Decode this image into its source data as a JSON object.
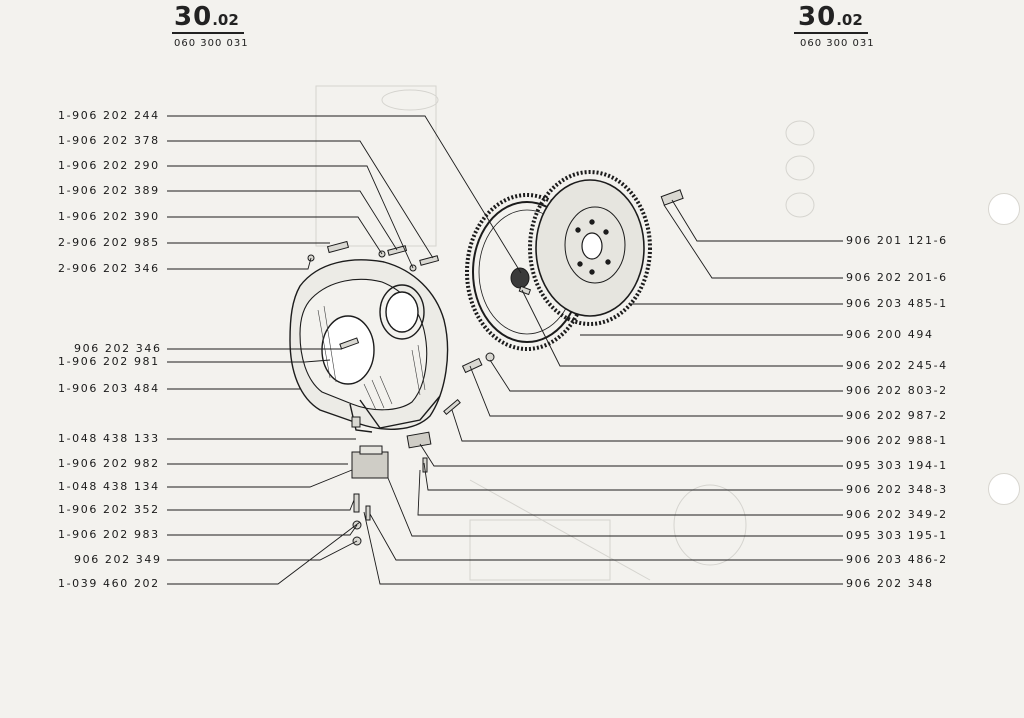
{
  "header": {
    "left": {
      "major": "30",
      "minor": ".02",
      "code": "060 300 031"
    },
    "right": {
      "major": "30",
      "minor": ".02",
      "code": "060 300 031"
    }
  },
  "left_labels": [
    "1-906 202 244",
    "1-906 202 378",
    "1-906 202 290",
    "1-906 202 389",
    "1-906 202 390",
    "2-906 202 985",
    "2-906 202 346",
    "906 202 346",
    "1-906 202 981",
    "1-906 203 484",
    "1-048 438 133",
    "1-906 202 982",
    "1-048 438 134",
    "1-906 202 352",
    "1-906 202 983",
    "906 202 349",
    "1-039 460 202"
  ],
  "right_labels": [
    "906 201 121-6",
    "906 202 201-6",
    "906 203 485-1",
    "906 200 494",
    "906 202 245-4",
    "906 202 803-2",
    "906 202 987-2",
    "906 202 988-1",
    "095 303 194-1",
    "906 202 348-3",
    "906 202 349-2",
    "095 303 195-1",
    "906 203 486-2",
    "906 202 348"
  ]
}
